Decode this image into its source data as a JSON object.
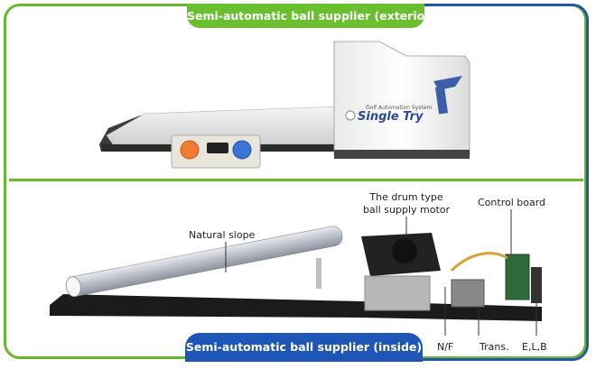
{
  "top_section": {
    "title": "Semi-automatic ball supplier (exterior)",
    "device_brand": "Single Try",
    "device_subtitle": "Golf Automation System"
  },
  "bottom_section": {
    "title": "Semi-automatic ball supplier (inside)",
    "labels": {
      "natural_slope": "Natural slope",
      "drum_motor_line1": "The drum type",
      "drum_motor_line2": "ball supply motor",
      "control_board": "Control board",
      "nf": "N/F",
      "trans": "Trans.",
      "elb": "E,L,B"
    }
  },
  "colors": {
    "green_accent": "#6abf2f",
    "blue_accent": "#1e56b8",
    "frame_green": "#69b72e",
    "frame_blue": "#2257a8"
  }
}
